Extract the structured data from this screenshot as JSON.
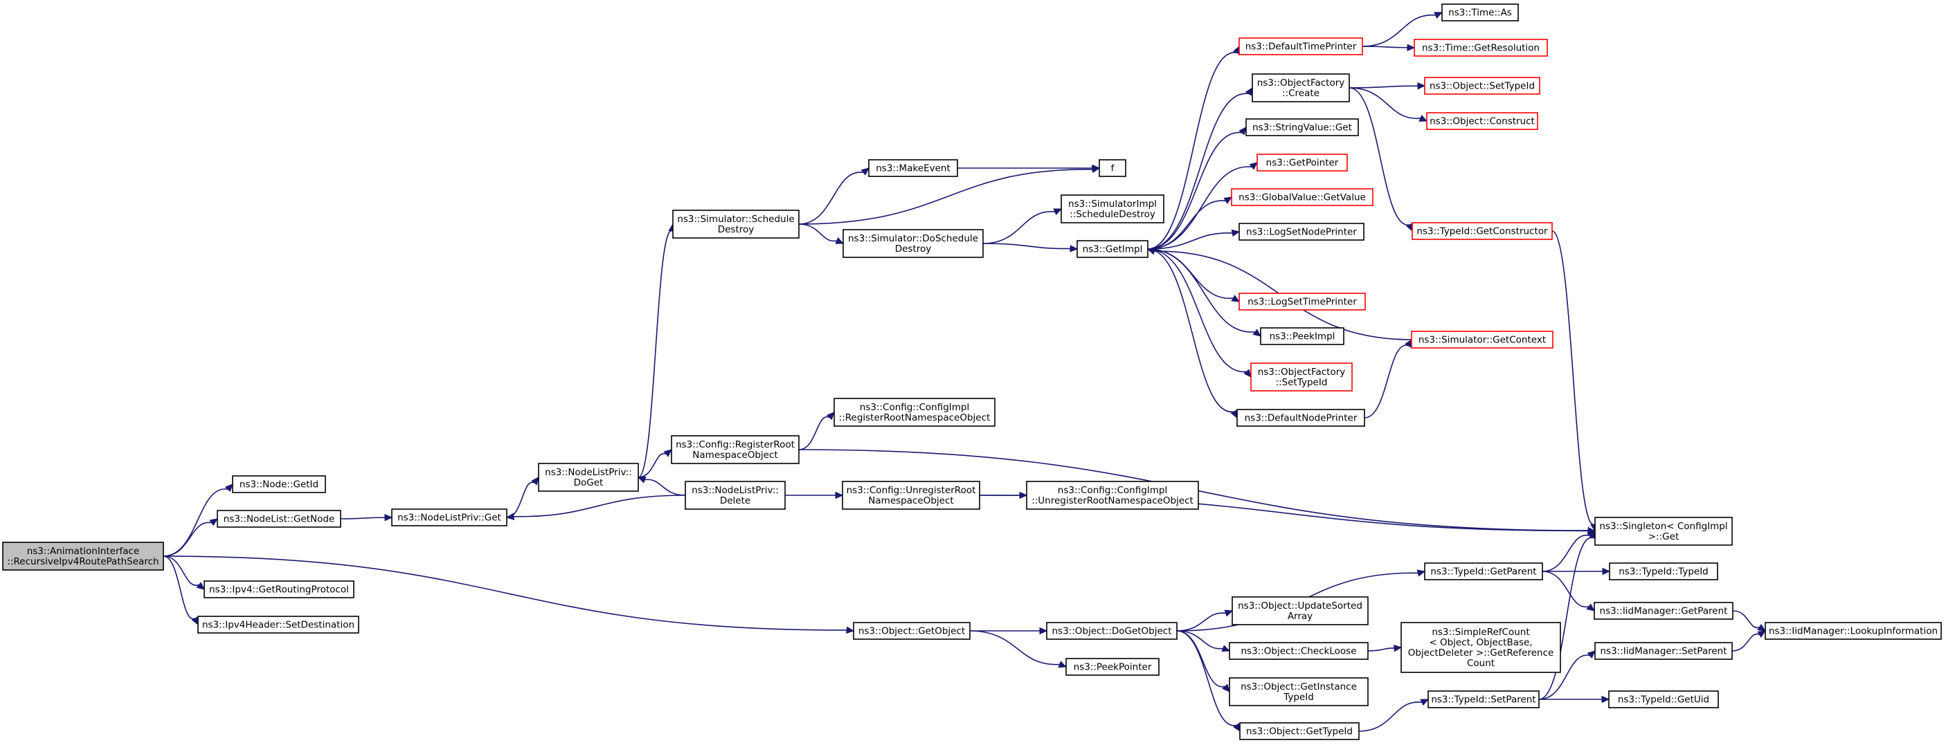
{
  "colors": {
    "edge": "#191970",
    "node_border": "#000000",
    "linked_border": "#ff0000",
    "root_fill": "#bfbfbf",
    "node_fill": "#ffffff"
  },
  "nodes": [
    {
      "id": "root",
      "lines": [
        "ns3::AnimationInterface",
        "::RecursiveIpv4RoutePathSearch"
      ],
      "style": "root"
    },
    {
      "id": "getid",
      "lines": [
        "ns3::Node::GetId"
      ],
      "style": "normal"
    },
    {
      "id": "getnode",
      "lines": [
        "ns3::NodeList::GetNode"
      ],
      "style": "normal"
    },
    {
      "id": "routing",
      "lines": [
        "ns3::Ipv4::GetRoutingProtocol"
      ],
      "style": "normal"
    },
    {
      "id": "setdest",
      "lines": [
        "ns3::Ipv4Header::SetDestination"
      ],
      "style": "normal"
    },
    {
      "id": "nlpget",
      "lines": [
        "ns3::NodeListPriv::Get"
      ],
      "style": "normal"
    },
    {
      "id": "nlpdoget",
      "lines": [
        "ns3::NodeListPriv::",
        "DoGet"
      ],
      "style": "normal"
    },
    {
      "id": "schedDestroy",
      "lines": [
        "ns3::Simulator::Schedule",
        "Destroy"
      ],
      "style": "normal"
    },
    {
      "id": "makeevent",
      "lines": [
        "ns3::MakeEvent"
      ],
      "style": "normal"
    },
    {
      "id": "f",
      "lines": [
        "f"
      ],
      "style": "normal"
    },
    {
      "id": "doSchedDestroy",
      "lines": [
        "ns3::Simulator::DoSchedule",
        "Destroy"
      ],
      "style": "normal"
    },
    {
      "id": "simImplSched",
      "lines": [
        "ns3::SimulatorImpl",
        "::ScheduleDestroy"
      ],
      "style": "normal"
    },
    {
      "id": "getimpl",
      "lines": [
        "ns3::GetImpl"
      ],
      "style": "normal"
    },
    {
      "id": "defTimePrinter",
      "lines": [
        "ns3::DefaultTimePrinter"
      ],
      "style": "linked"
    },
    {
      "id": "timeAs",
      "lines": [
        "ns3::Time::As"
      ],
      "style": "normal"
    },
    {
      "id": "timeGetRes",
      "lines": [
        "ns3::Time::GetResolution"
      ],
      "style": "linked"
    },
    {
      "id": "objFactCreate",
      "lines": [
        "ns3::ObjectFactory",
        "::Create"
      ],
      "style": "normal"
    },
    {
      "id": "objSetTypeId",
      "lines": [
        "ns3::Object::SetTypeId"
      ],
      "style": "linked"
    },
    {
      "id": "objConstruct",
      "lines": [
        "ns3::Object::Construct"
      ],
      "style": "linked"
    },
    {
      "id": "strValGet",
      "lines": [
        "ns3::StringValue::Get"
      ],
      "style": "normal"
    },
    {
      "id": "getPointer",
      "lines": [
        "ns3::GetPointer"
      ],
      "style": "linked"
    },
    {
      "id": "globalValGet",
      "lines": [
        "ns3::GlobalValue::GetValue"
      ],
      "style": "linked"
    },
    {
      "id": "typeIdGetCtor",
      "lines": [
        "ns3::TypeId::GetConstructor"
      ],
      "style": "linked"
    },
    {
      "id": "logSetNodePrinter",
      "lines": [
        "ns3::LogSetNodePrinter"
      ],
      "style": "normal"
    },
    {
      "id": "logSetTimePrinter",
      "lines": [
        "ns3::LogSetTimePrinter"
      ],
      "style": "linked"
    },
    {
      "id": "peekImpl",
      "lines": [
        "ns3::PeekImpl"
      ],
      "style": "normal"
    },
    {
      "id": "simGetContext",
      "lines": [
        "ns3::Simulator::GetContext"
      ],
      "style": "linked"
    },
    {
      "id": "objFactSetTypeId",
      "lines": [
        "ns3::ObjectFactory",
        "::SetTypeId"
      ],
      "style": "linked"
    },
    {
      "id": "defNodePrinter",
      "lines": [
        "ns3::DefaultNodePrinter"
      ],
      "style": "normal"
    },
    {
      "id": "cfgImplRegister",
      "lines": [
        "ns3::Config::ConfigImpl",
        "::RegisterRootNamespaceObject"
      ],
      "style": "normal"
    },
    {
      "id": "cfgRegister",
      "lines": [
        "ns3::Config::RegisterRoot",
        "NamespaceObject"
      ],
      "style": "normal"
    },
    {
      "id": "nlpDelete",
      "lines": [
        "ns3::NodeListPriv::",
        "Delete"
      ],
      "style": "normal"
    },
    {
      "id": "cfgUnregister",
      "lines": [
        "ns3::Config::UnregisterRoot",
        "NamespaceObject"
      ],
      "style": "normal"
    },
    {
      "id": "cfgImplUnregister",
      "lines": [
        "ns3::Config::ConfigImpl",
        "::UnregisterRootNamespaceObject"
      ],
      "style": "normal"
    },
    {
      "id": "singletonGet",
      "lines": [
        "ns3::Singleton< ConfigImpl",
        " >::Get"
      ],
      "style": "normal"
    },
    {
      "id": "typeIdGetParent",
      "lines": [
        "ns3::TypeId::GetParent"
      ],
      "style": "normal"
    },
    {
      "id": "typeIdTypeId",
      "lines": [
        "ns3::TypeId::TypeId"
      ],
      "style": "normal"
    },
    {
      "id": "iidGetParent",
      "lines": [
        "ns3::IidManager::GetParent"
      ],
      "style": "normal"
    },
    {
      "id": "iidLookup",
      "lines": [
        "ns3::IidManager::LookupInformation"
      ],
      "style": "normal"
    },
    {
      "id": "iidSetParent",
      "lines": [
        "ns3::IidManager::SetParent"
      ],
      "style": "normal"
    },
    {
      "id": "typeIdSetParent",
      "lines": [
        "ns3::TypeId::SetParent"
      ],
      "style": "normal"
    },
    {
      "id": "typeIdGetUid",
      "lines": [
        "ns3::TypeId::GetUid"
      ],
      "style": "normal"
    },
    {
      "id": "objGetObject",
      "lines": [
        "ns3::Object::GetObject"
      ],
      "style": "normal"
    },
    {
      "id": "objDoGetObject",
      "lines": [
        "ns3::Object::DoGetObject"
      ],
      "style": "normal"
    },
    {
      "id": "peekPointer",
      "lines": [
        "ns3::PeekPointer"
      ],
      "style": "normal"
    },
    {
      "id": "objUpdateSorted",
      "lines": [
        "ns3::Object::UpdateSorted",
        "Array"
      ],
      "style": "normal"
    },
    {
      "id": "objCheckLoose",
      "lines": [
        "ns3::Object::CheckLoose"
      ],
      "style": "normal"
    },
    {
      "id": "simpleRefCount",
      "lines": [
        "ns3::SimpleRefCount",
        "< Object, ObjectBase,",
        "ObjectDeleter >::GetReference",
        "Count"
      ],
      "style": "normal"
    },
    {
      "id": "objGetInstanceTypeId",
      "lines": [
        "ns3::Object::GetInstance",
        "TypeId"
      ],
      "style": "normal"
    },
    {
      "id": "objGetTypeId",
      "lines": [
        "ns3::Object::GetTypeId"
      ],
      "style": "normal"
    }
  ],
  "edges": [
    [
      "root",
      "getid"
    ],
    [
      "root",
      "getnode"
    ],
    [
      "root",
      "routing"
    ],
    [
      "root",
      "setdest"
    ],
    [
      "root",
      "objGetObject"
    ],
    [
      "getnode",
      "nlpget"
    ],
    [
      "nlpget",
      "nlpdoget"
    ],
    [
      "nlpdoget",
      "schedDestroy"
    ],
    [
      "nlpdoget",
      "cfgRegister"
    ],
    [
      "nlpDelete",
      "nlpdoget"
    ],
    [
      "nlpDelete",
      "nlpget"
    ],
    [
      "nlpDelete",
      "cfgUnregister"
    ],
    [
      "schedDestroy",
      "makeevent"
    ],
    [
      "schedDestroy",
      "f"
    ],
    [
      "schedDestroy",
      "doSchedDestroy"
    ],
    [
      "makeevent",
      "f"
    ],
    [
      "doSchedDestroy",
      "simImplSched"
    ],
    [
      "doSchedDestroy",
      "getimpl"
    ],
    [
      "getimpl",
      "defTimePrinter"
    ],
    [
      "getimpl",
      "objFactCreate"
    ],
    [
      "getimpl",
      "strValGet"
    ],
    [
      "getimpl",
      "getPointer"
    ],
    [
      "getimpl",
      "globalValGet"
    ],
    [
      "getimpl",
      "logSetNodePrinter"
    ],
    [
      "getimpl",
      "logSetTimePrinter"
    ],
    [
      "getimpl",
      "peekImpl"
    ],
    [
      "getimpl",
      "objFactSetTypeId"
    ],
    [
      "getimpl",
      "defNodePrinter"
    ],
    [
      "simGetContext",
      "getimpl"
    ],
    [
      "defTimePrinter",
      "timeAs"
    ],
    [
      "defTimePrinter",
      "timeGetRes"
    ],
    [
      "objFactCreate",
      "objSetTypeId"
    ],
    [
      "objFactCreate",
      "objConstruct"
    ],
    [
      "objFactCreate",
      "typeIdGetCtor"
    ],
    [
      "typeIdGetCtor",
      "singletonGet"
    ],
    [
      "defNodePrinter",
      "simGetContext"
    ],
    [
      "cfgRegister",
      "cfgImplRegister"
    ],
    [
      "cfgRegister",
      "singletonGet"
    ],
    [
      "cfgUnregister",
      "cfgImplUnregister"
    ],
    [
      "cfgUnregister",
      "singletonGet"
    ],
    [
      "objGetObject",
      "objDoGetObject"
    ],
    [
      "objGetObject",
      "peekPointer"
    ],
    [
      "objDoGetObject",
      "typeIdGetParent"
    ],
    [
      "objDoGetObject",
      "objUpdateSorted"
    ],
    [
      "objDoGetObject",
      "objCheckLoose"
    ],
    [
      "objDoGetObject",
      "objGetInstanceTypeId"
    ],
    [
      "objDoGetObject",
      "objGetTypeId"
    ],
    [
      "objCheckLoose",
      "simpleRefCount"
    ],
    [
      "typeIdGetParent",
      "singletonGet"
    ],
    [
      "typeIdGetParent",
      "typeIdTypeId"
    ],
    [
      "typeIdGetParent",
      "iidGetParent"
    ],
    [
      "iidGetParent",
      "iidLookup"
    ],
    [
      "iidSetParent",
      "iidLookup"
    ],
    [
      "objGetTypeId",
      "typeIdSetParent"
    ],
    [
      "typeIdSetParent",
      "singletonGet"
    ],
    [
      "typeIdSetParent",
      "iidSetParent"
    ],
    [
      "typeIdSetParent",
      "typeIdGetUid"
    ]
  ]
}
